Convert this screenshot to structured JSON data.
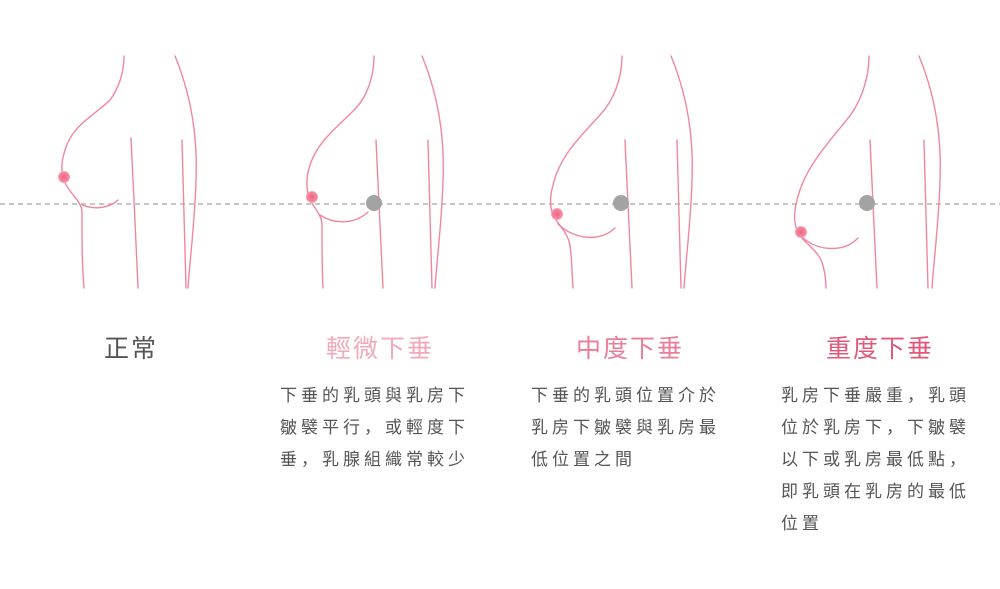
{
  "colors": {
    "outline": "#f0879f",
    "nipple_fill": "#f37f98",
    "nipple_inner": "#ec6f8a",
    "reference_dot": "#a3a3a3",
    "dashed_line": "#a6a6a6",
    "label_normal": "#555555",
    "label_mild": "#f3a9ba",
    "label_moderate": "#ec7d97",
    "label_severe": "#e25978",
    "desc_text": "#555555"
  },
  "stages": [
    {
      "label": "正常",
      "description": []
    },
    {
      "label": "輕微下垂",
      "description": [
        "下垂的乳頭與乳房下",
        "皺襞平行，或輕度下",
        "垂，乳腺組織常較少"
      ]
    },
    {
      "label": "中度下垂",
      "description": [
        "下垂的乳頭位置介於",
        "乳房下皺襞與乳房最",
        "低位置之間"
      ]
    },
    {
      "label": "重度下垂",
      "description": [
        "乳房下垂嚴重，乳頭",
        "位於乳房下，下皺襞",
        "以下或乳房最低點，",
        "即乳頭在乳房的最低",
        "位置"
      ]
    }
  ]
}
